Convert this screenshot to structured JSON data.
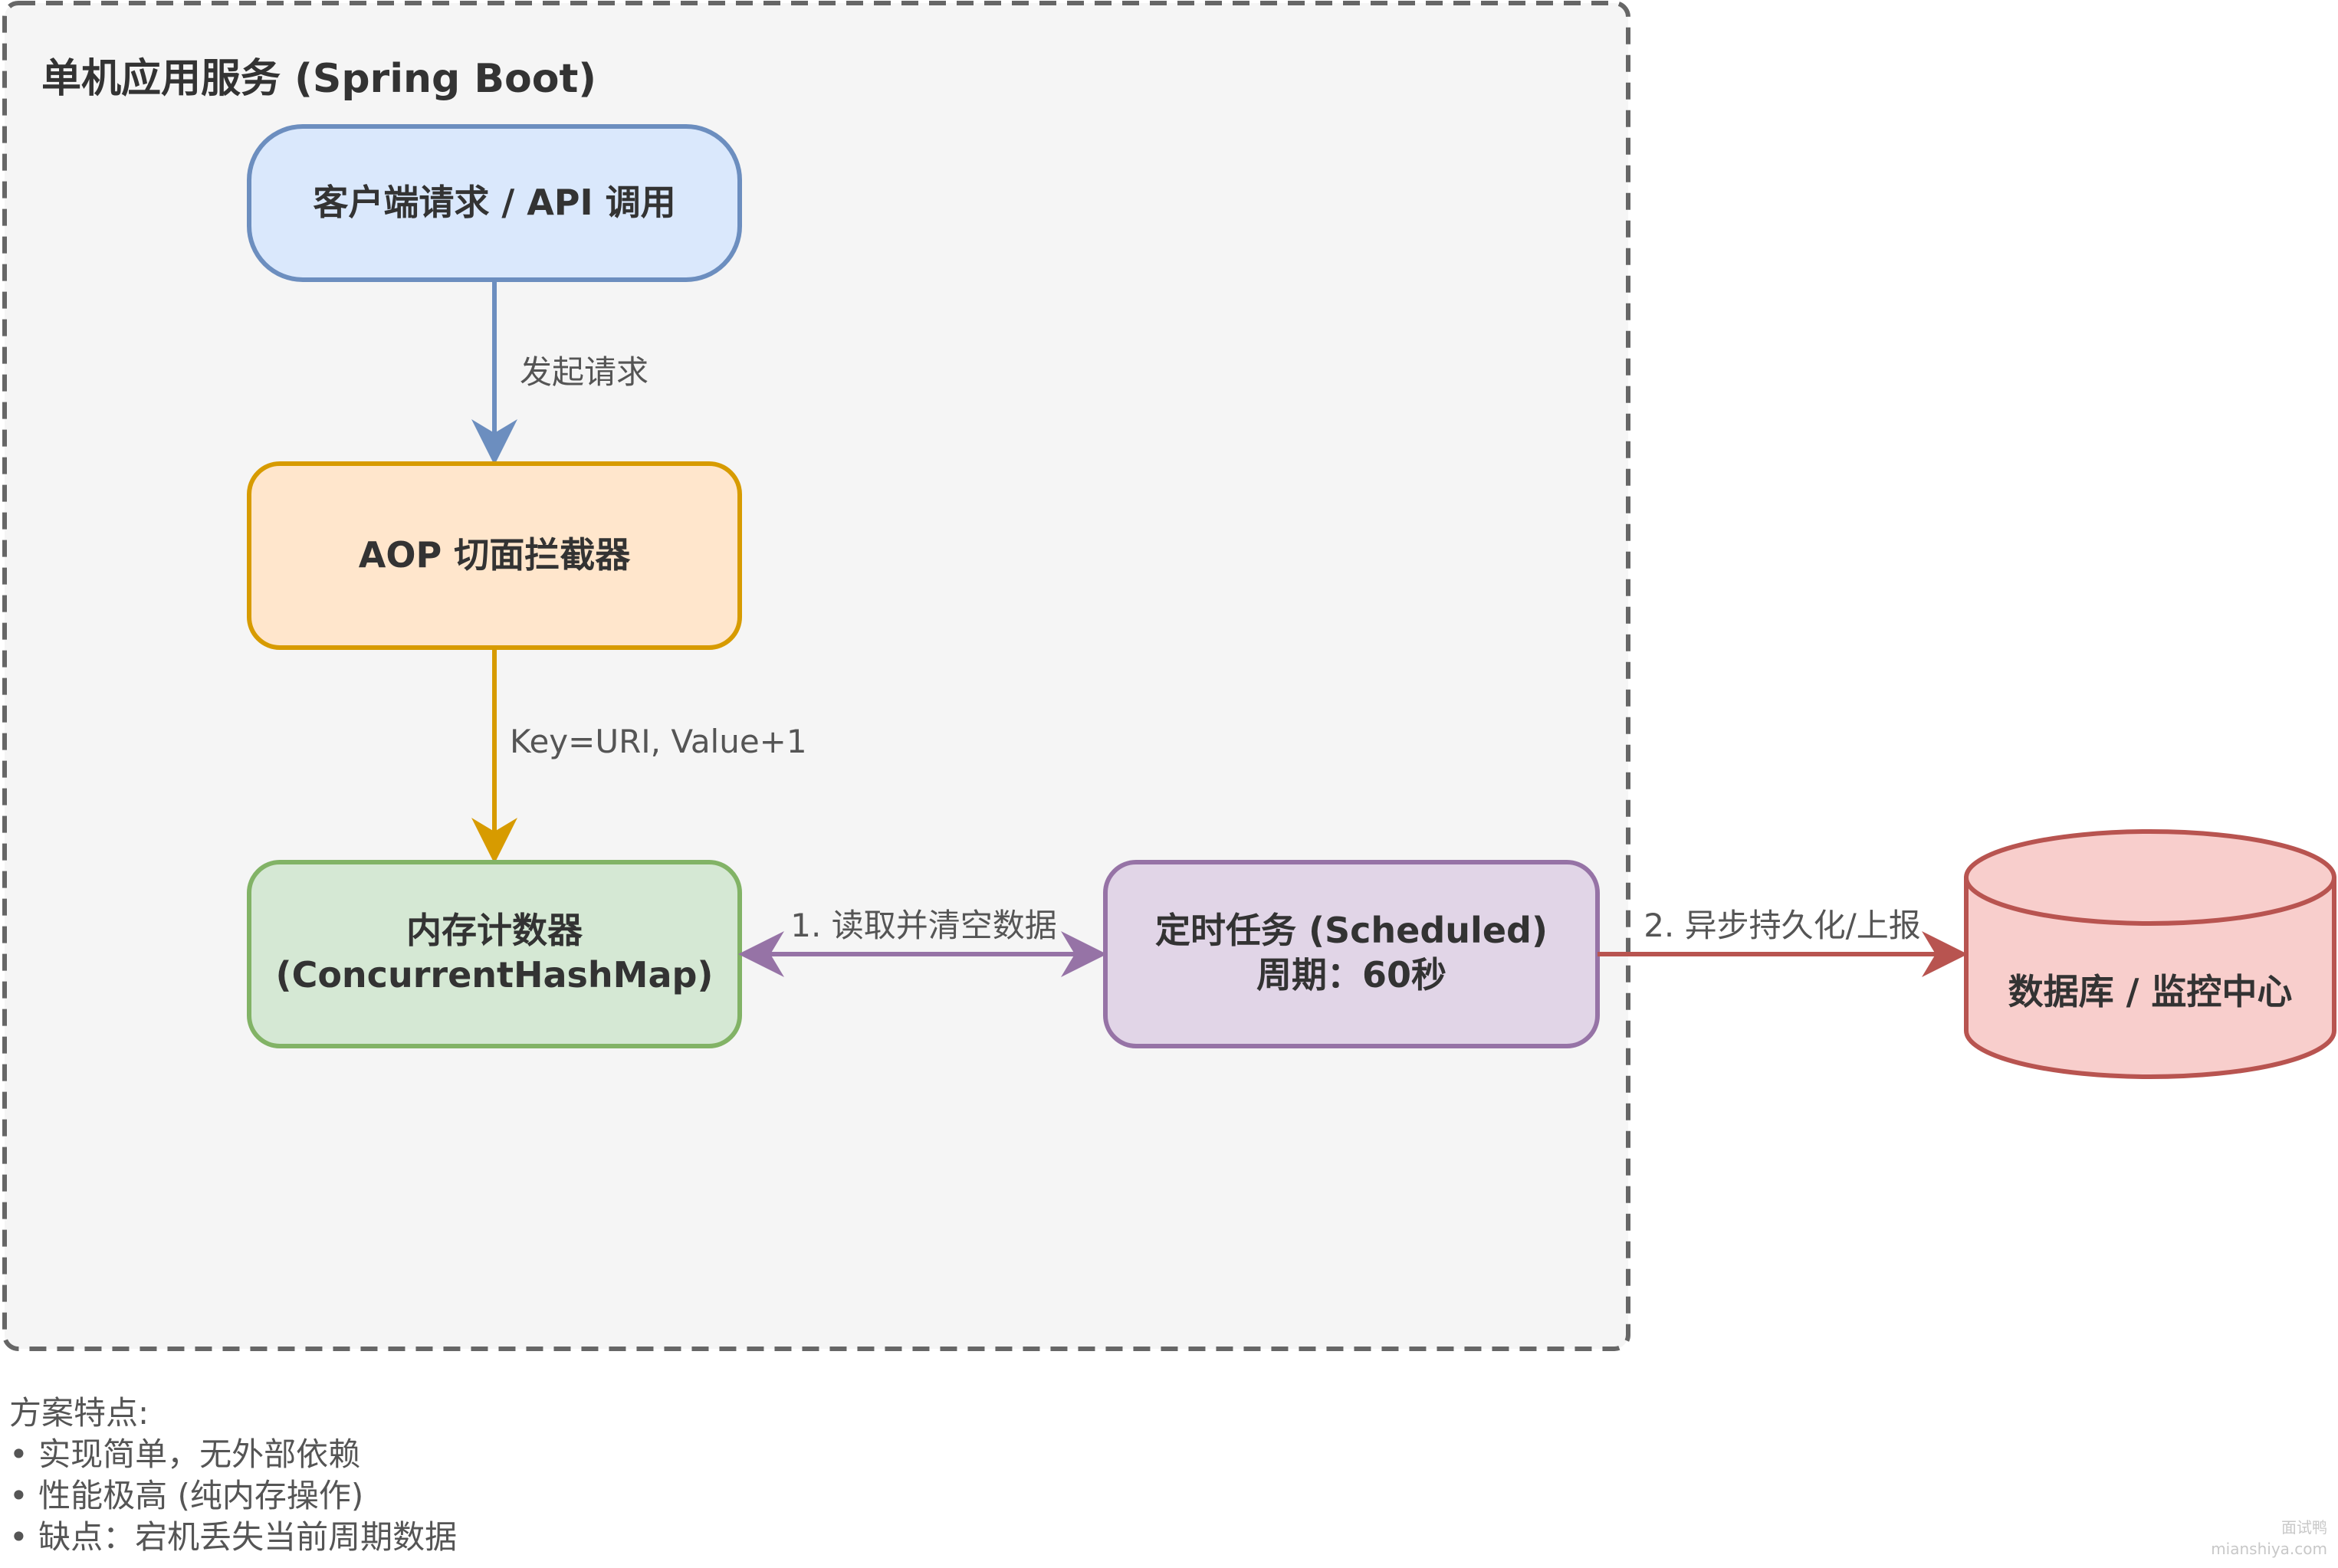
{
  "container": {
    "title": "单机应用服务 (Spring Boot)"
  },
  "nodes": {
    "client": {
      "label": "客户端请求 / API 调用"
    },
    "aop": {
      "label": "AOP 切面拦截器"
    },
    "counter": {
      "line1": "内存计数器",
      "line2": "(ConcurrentHashMap)"
    },
    "scheduler": {
      "line1": "定时任务 (Scheduled)",
      "line2": "周期：60秒"
    },
    "database": {
      "label": "数据库 / 监控中心"
    }
  },
  "edges": {
    "client_to_aop": "发起请求",
    "aop_to_counter": "Key=URI, Value+1",
    "counter_scheduler": "1. 读取并清空数据",
    "scheduler_to_db": "2. 异步持久化/上报"
  },
  "notes": {
    "heading": "方案特点:",
    "items": [
      "• 实现简单，无外部依赖",
      "• 性能极高 (纯内存操作)",
      "• 缺点：宕机丢失当前周期数据"
    ]
  },
  "watermark": {
    "line1": "面试鸭",
    "line2": "mianshiya.com"
  },
  "colors": {
    "client_fill": "#dae8fc",
    "client_stroke": "#6c8ebf",
    "aop_fill": "#ffe6cc",
    "aop_stroke": "#d79b00",
    "counter_fill": "#d5e8d4",
    "counter_stroke": "#82b366",
    "scheduler_fill": "#e1d5e7",
    "scheduler_stroke": "#9673a6",
    "db_fill": "#f8cecc",
    "db_stroke": "#b85450",
    "container_fill": "#f5f5f5",
    "container_stroke": "#666666"
  }
}
